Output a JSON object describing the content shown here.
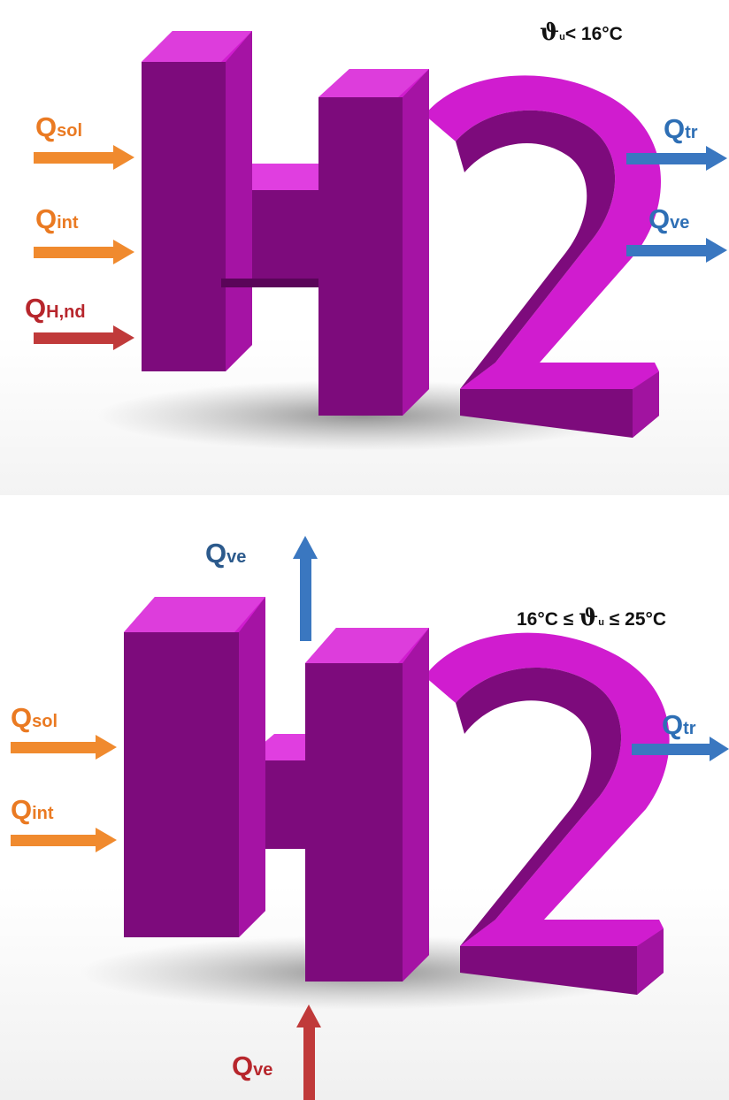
{
  "colors": {
    "gain_orange": "#f08a2e",
    "loss_blue": "#3a77c0",
    "heating_red": "#c03a3a",
    "body_magenta": "#d01ccf",
    "body_front": "#7d0b7c",
    "shadow": "#8a8a8a"
  },
  "top_panel": {
    "condition": {
      "theta": "ϑ",
      "sub": "u",
      "rest": "< 16°C"
    },
    "q_sol": {
      "q": "Q",
      "sub": "sol"
    },
    "q_int": {
      "q": "Q",
      "sub": "int"
    },
    "q_hnd": {
      "q": "Q",
      "sub": "H,nd"
    },
    "q_tr": {
      "q": "Q",
      "sub": "tr"
    },
    "q_ve": {
      "q": "Q",
      "sub": "ve"
    }
  },
  "bottom_panel": {
    "condition": {
      "pre": "16°C ≤",
      "theta": "ϑ",
      "sub": "u",
      "rest": "≤ 25°C"
    },
    "q_ve_top": {
      "q": "Q",
      "sub": "ve"
    },
    "q_sol": {
      "q": "Q",
      "sub": "sol"
    },
    "q_int": {
      "q": "Q",
      "sub": "int"
    },
    "q_tr": {
      "q": "Q",
      "sub": "tr"
    },
    "q_ve_bottom": {
      "q": "Q",
      "sub": "ve"
    }
  }
}
